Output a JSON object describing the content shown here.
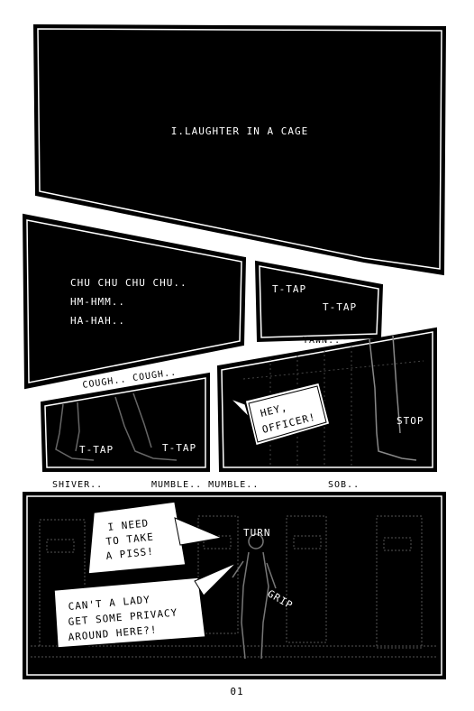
{
  "panel1": {
    "title": "I.LAUGHTER IN A CAGE"
  },
  "panel2": {
    "lines": [
      "CHU CHU CHU CHU..",
      "HM-HMM..",
      "HA-HAH.."
    ]
  },
  "panel3": {
    "sfx1": "T-TAP",
    "sfx2": "T-TAP"
  },
  "between1": {
    "yawn": "YAWN..",
    "cough": "COUGH.. COUGH.."
  },
  "panel4": {
    "sfx1": "T-TAP",
    "sfx2": "T-TAP"
  },
  "panel5": {
    "speech": [
      "HEY,",
      "OFFICER!"
    ],
    "sfx": "STOP"
  },
  "between2": {
    "shiver": "SHIVER..",
    "mumble": "MUMBLE.. MUMBLE..",
    "sob": "SOB.."
  },
  "panel6": {
    "speech1": [
      "I NEED",
      "TO TAKE",
      "A PISS!"
    ],
    "speech2": [
      "CAN'T A LADY",
      "GET SOME PRIVACY",
      "AROUND HERE?!"
    ],
    "sfx_turn": "TURN",
    "sfx_grip": "GRIP"
  },
  "page_number": "01"
}
